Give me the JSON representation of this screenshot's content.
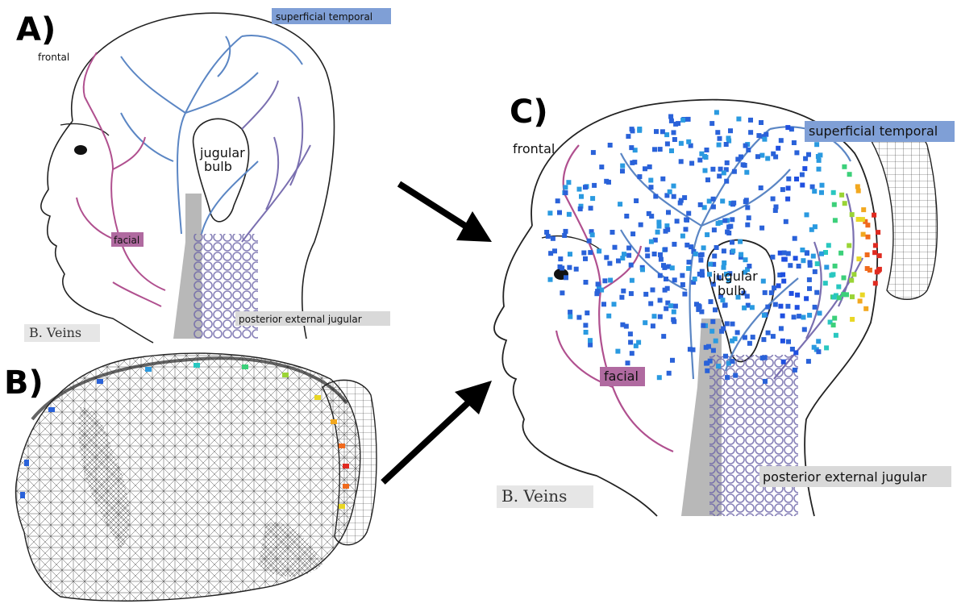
{
  "panels": {
    "a": {
      "letter": "A)",
      "labels": {
        "superficial_temporal": "superficial temporal",
        "frontal": "frontal",
        "jugular": "jugular",
        "bulb": "bulb",
        "facial": "facial",
        "posterior_external_jugular": "posterior external jugular",
        "b_veins": "B. Veins"
      }
    },
    "b": {
      "letter": "B)"
    },
    "c": {
      "letter": "C)",
      "labels": {
        "superficial_temporal": "superficial temporal",
        "frontal": "frontal",
        "jugular": "jugular",
        "bulb": "bulb",
        "facial": "facial",
        "posterior_external_jugular": "posterior external jugular",
        "b_veins": "B. Veins"
      }
    }
  },
  "colors": {
    "vein_blue": "#5b86c4",
    "vein_purple": "#7a6fb0",
    "vein_magenta": "#b0508f",
    "label_blue_bg": "#7f9fd6",
    "label_magenta_bg": "#b06aa0",
    "label_grey_bg": "#d9d9d9",
    "mesh_line": "#333333",
    "neck_grey": "#b8b8b8"
  }
}
